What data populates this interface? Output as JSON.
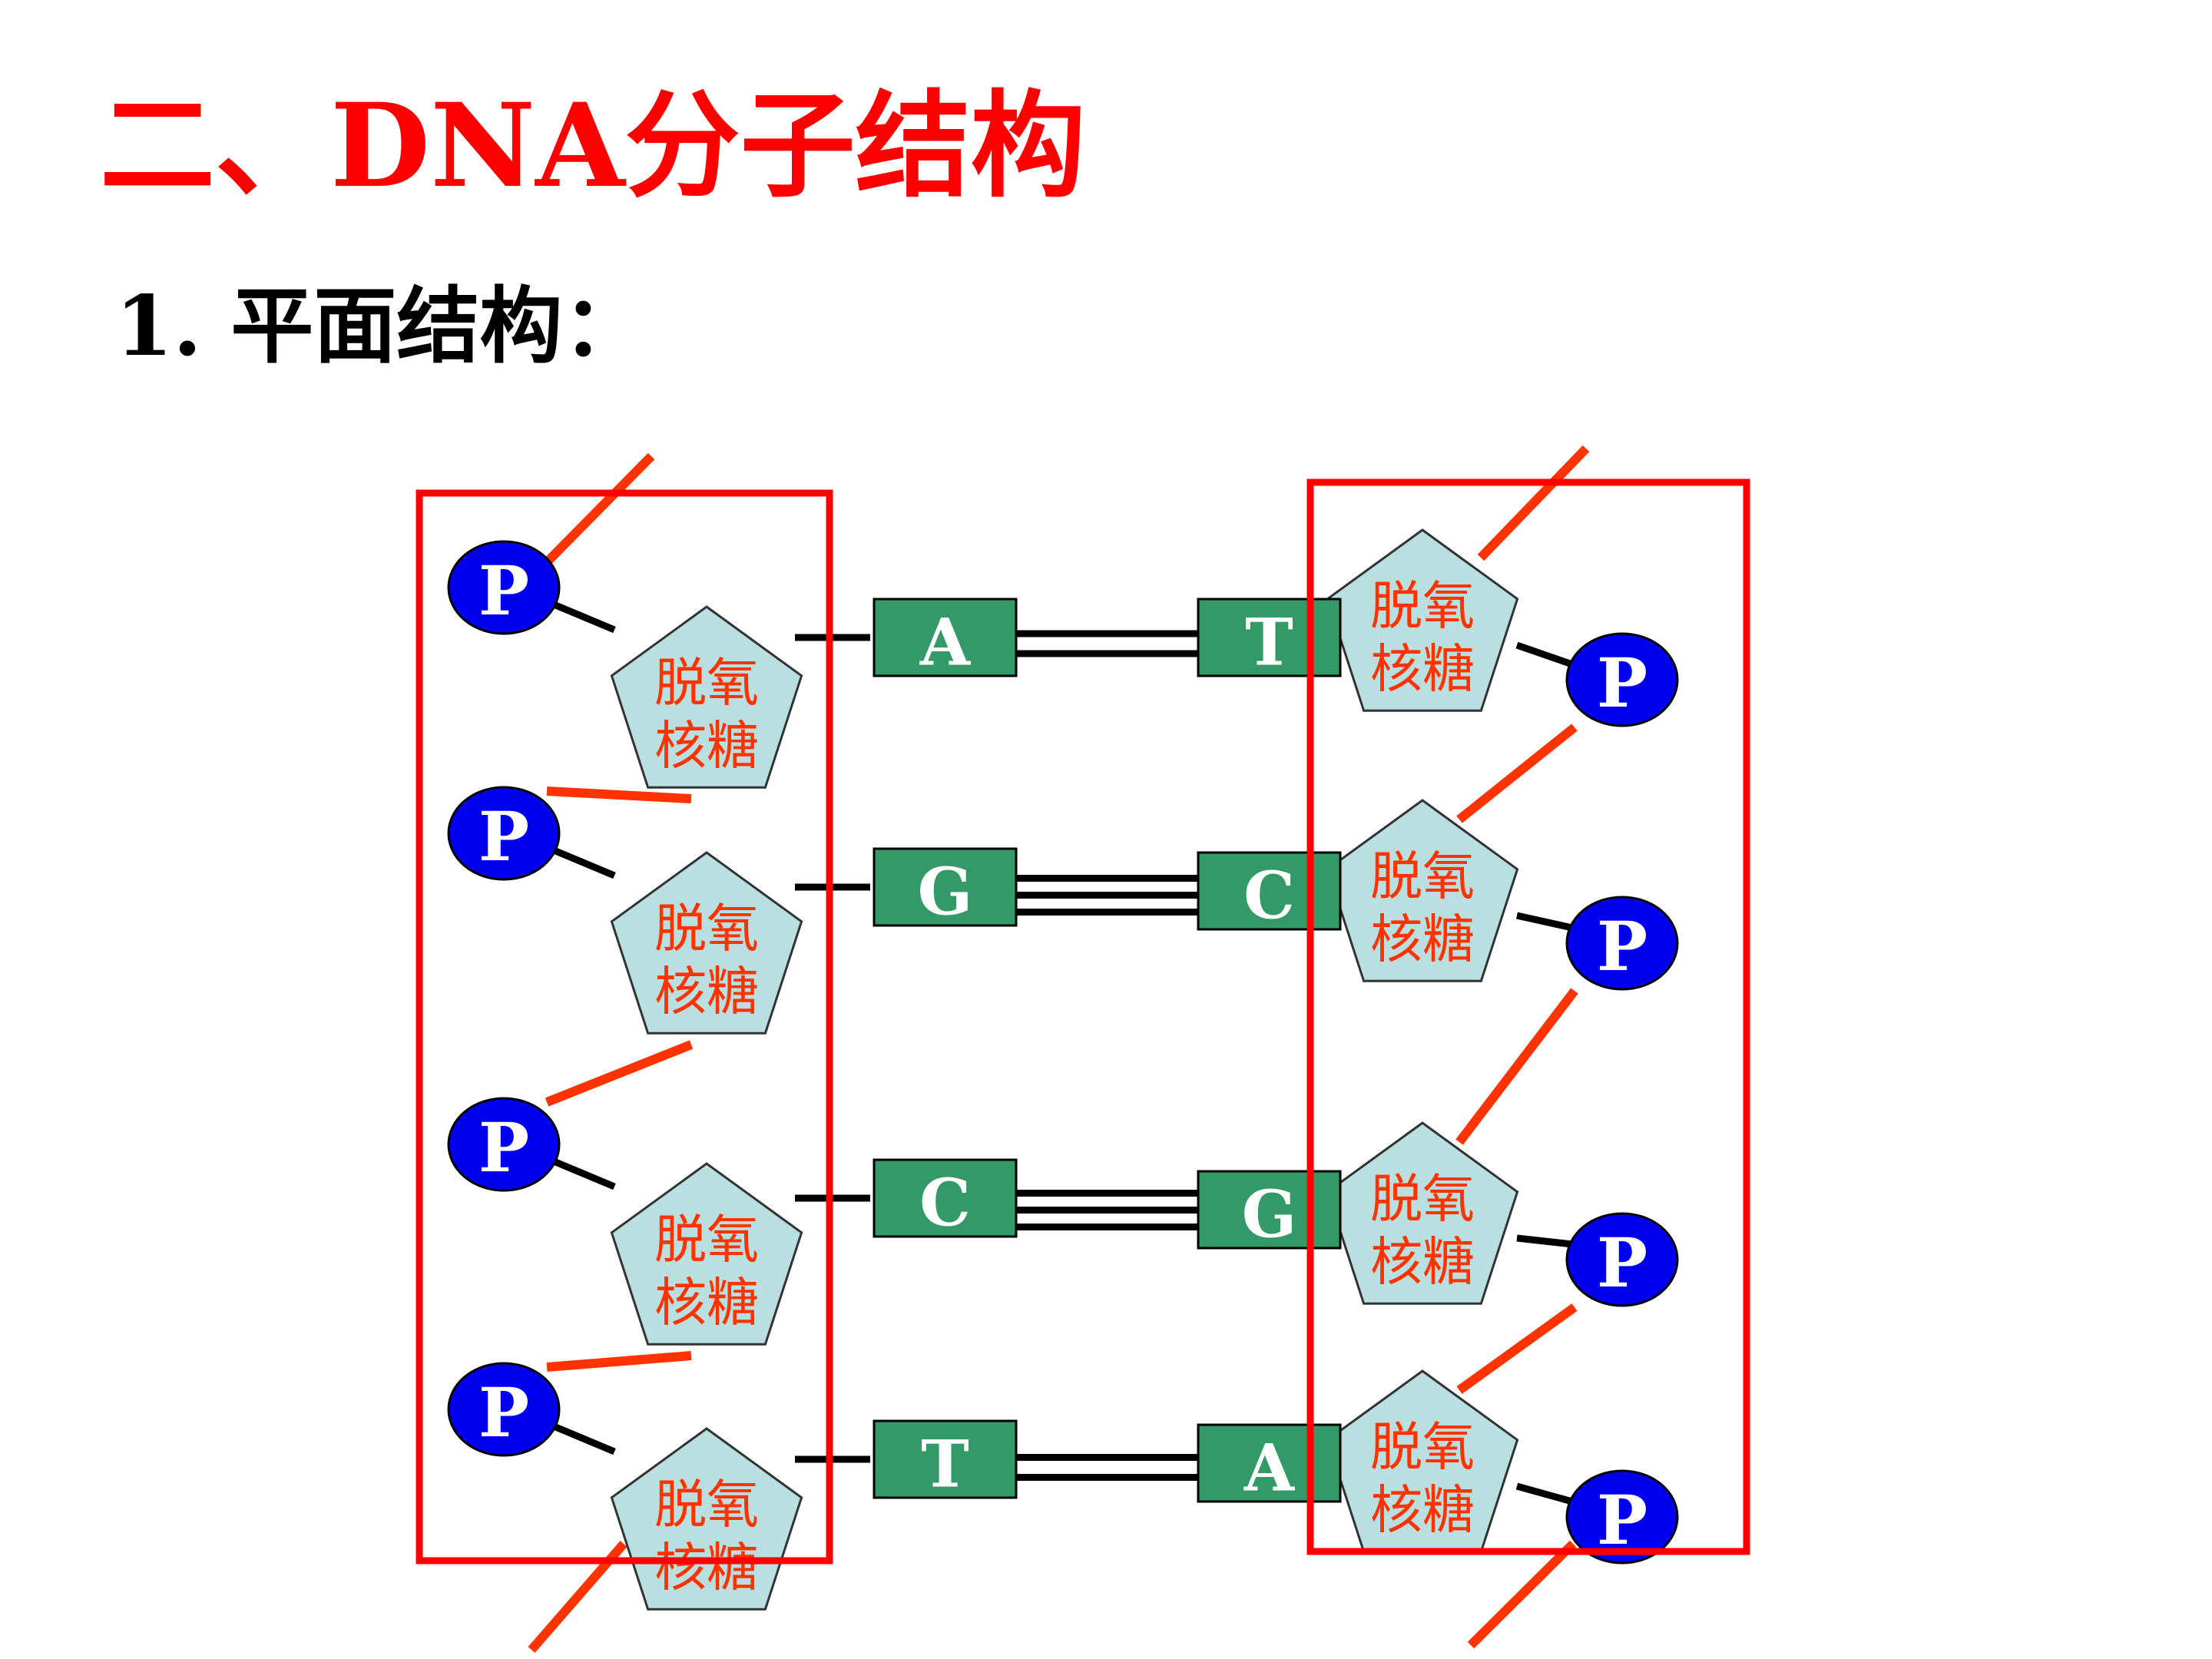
{
  "title": "二、DNA分子结构",
  "subtitle": "1. 平面结构：",
  "colors": {
    "title": "#ff0000",
    "subtitle": "#000000",
    "frame": "#ff0000",
    "backbone_bond": "#ff3300",
    "link_bond": "#000000",
    "phosphate_fill": "#0000ee",
    "phosphate_text": "#ffffff",
    "sugar_fill": "#b9dfe0",
    "sugar_text": "#ff3300",
    "base_fill": "#339966",
    "base_text": "#ffffff"
  },
  "diagram": {
    "phosphate_label": "P",
    "sugar_label_line1": "脱氧",
    "sugar_label_line2": "核糖",
    "base_pairs": [
      {
        "left": "A",
        "right": "T",
        "hydrogen_bonds": 2
      },
      {
        "left": "G",
        "right": "C",
        "hydrogen_bonds": 3
      },
      {
        "left": "C",
        "right": "G",
        "hydrogen_bonds": 3
      },
      {
        "left": "T",
        "right": "A",
        "hydrogen_bonds": 2
      }
    ]
  }
}
